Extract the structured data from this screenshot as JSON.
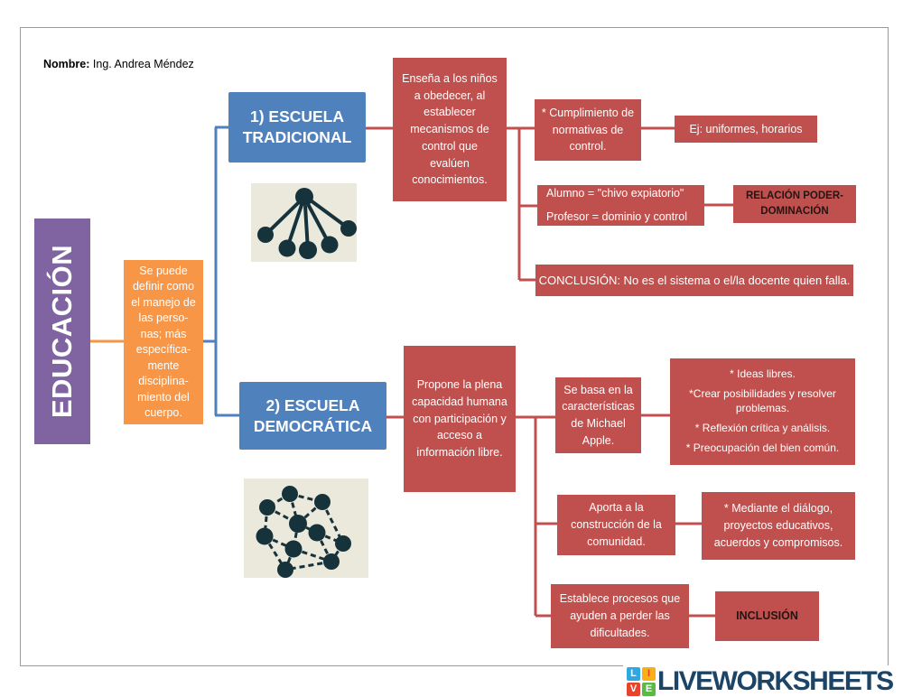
{
  "header": {
    "name_label": "Nombre:",
    "name_value": "Ing. Andrea Méndez"
  },
  "root": {
    "label": "EDUCACIÓN"
  },
  "definition": {
    "text": "Se puede\ndefinir como\nel manejo de\nlas perso-\nnas; más\nespecífica-\nmente\ndisciplina-\nmiento del\ncuerpo."
  },
  "branch1": {
    "title": "1) ESCUELA\nTRADICIONAL",
    "description": "Enseña a los niños\na obedecer, al\nestablecer\nmecanismos de\ncontrol que\nevalúen\nconocimientos.",
    "cumplimiento": "* Cumplimiento de\nnormativas de\ncontrol.",
    "ejemplo": "Ej: uniformes, horarios",
    "alumno_line1": "Alumno = \"chivo expiatorio\"",
    "alumno_line2": "Profesor = dominio y control",
    "relacion": "RELACIÓN PODER-\nDOMINACIÓN",
    "conclusion": "CONCLUSIÓN: No es el sistema o el/la docente quien falla."
  },
  "branch2": {
    "title": "2) ESCUELA\nDEMOCRÁTICA",
    "description": "Propone la plena\ncapacidad humana\ncon participación y\nacceso a\ninformación libre.",
    "michael_apple": "Se basa en la\ncaracterísticas\nde Michael\nApple.",
    "ideas": [
      "* Ideas libres.",
      "*Crear posibilidades y resolver\nproblemas.",
      "* Reflexión crítica y análisis.",
      "* Preocupación del bien común."
    ],
    "aporta": "Aporta a la\nconstrucción de la\ncomunidad.",
    "mediante": "* Mediante el diálogo,\nproyectos educativos,\nacuerdos y compromisos.",
    "establece": "Establece procesos que\nayuden a perder las\ndificultades.",
    "inclusion": "INCLUSIÓN"
  },
  "footer": {
    "logo_text": "LIVEWORKSHEETS",
    "logo_squares": [
      {
        "letter": "L",
        "color": "#2fa8e1"
      },
      {
        "letter": "I",
        "color": "#f9b016"
      },
      {
        "letter": "V",
        "color": "#e8432d"
      },
      {
        "letter": "E",
        "color": "#5cb947"
      }
    ]
  },
  "icons": {
    "star_network": "star-network-icon",
    "mesh_network": "mesh-network-icon"
  },
  "colors": {
    "root_purple": "#8064a2",
    "definition_orange": "#f79646",
    "branch_blue": "#4f81bd",
    "node_red": "#c0504d",
    "dark_note_text": "#241414",
    "network_bg": "#ebe8dc",
    "network_node": "#16323b",
    "logo_navy": "#1c4467",
    "frame_gray": "#9b9b9b"
  }
}
